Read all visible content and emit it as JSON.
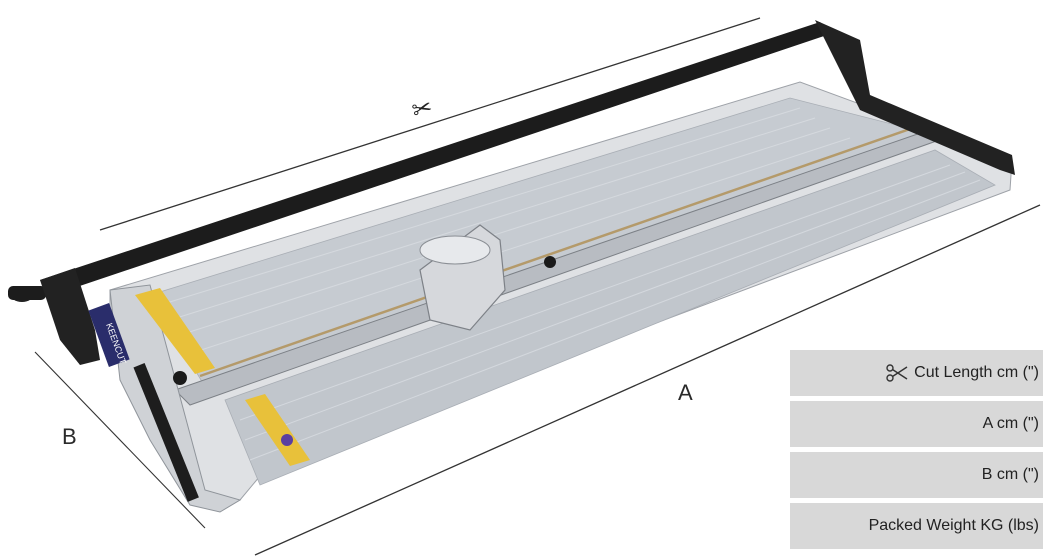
{
  "dimension_labels": {
    "cut_symbol": "✂",
    "a": "A",
    "b": "B"
  },
  "brand_text": "KEENCUT",
  "spec_rows": [
    {
      "label": "Cut Length cm (\")",
      "icon": "scissors-icon"
    },
    {
      "label": "A  cm (\")"
    },
    {
      "label": "B  cm (\")"
    },
    {
      "label": "Packed Weight KG (lbs)"
    }
  ],
  "colors": {
    "rail": "#1c1c1c",
    "bed": "#c9cdd2",
    "frame": "#e3e4e6",
    "accent_yellow": "#e8c13a",
    "table_row": "#d8d8d8"
  }
}
